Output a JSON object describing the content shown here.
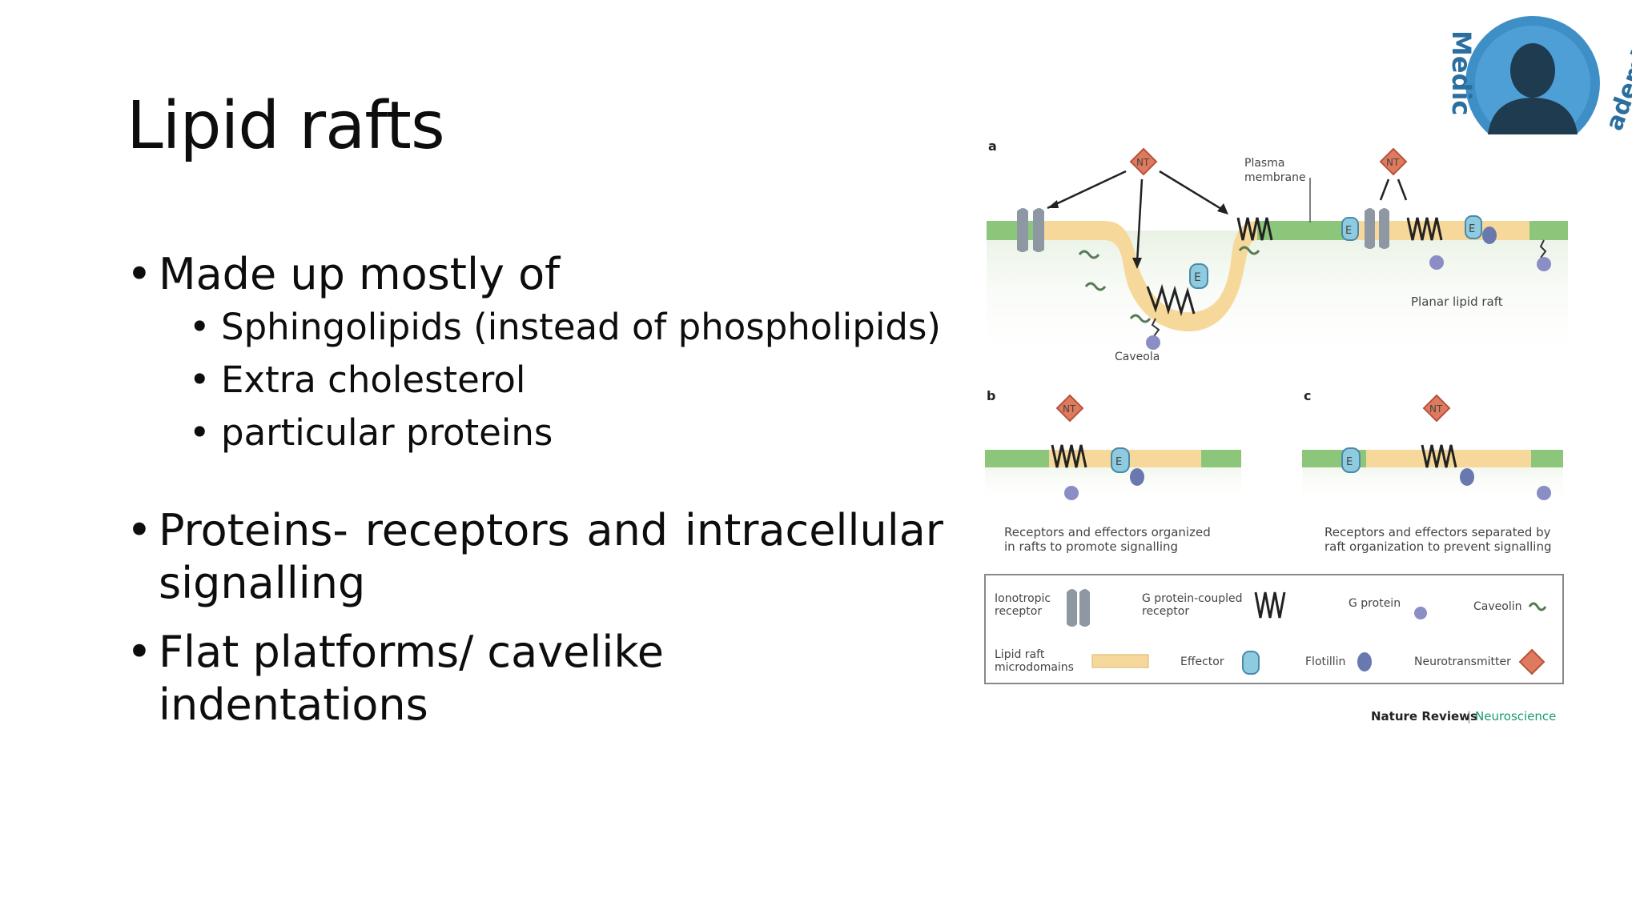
{
  "slide": {
    "title": "Lipid rafts",
    "bullets": {
      "b1": "Made up mostly of",
      "sub": [
        "Sphingolipids (instead of phospholipids)",
        "Extra cholesterol",
        "particular proteins"
      ],
      "b2": "Proteins- receptors and intracellular signalling",
      "b3": "Flat platforms/ cavelike indentations"
    }
  },
  "figure": {
    "panel_labels": {
      "a": "a",
      "b": "b",
      "c": "c"
    },
    "nt": "NT",
    "effector": "E",
    "plasma_membrane": [
      "Plasma",
      "membrane"
    ],
    "caveola": "Caveola",
    "planar_lipid_raft": "Planar lipid raft",
    "caption_b": [
      "Receptors and effectors organized",
      "in rafts to promote signalling"
    ],
    "caption_c": [
      "Receptors and effectors separated by",
      "raft organization to prevent signalling"
    ],
    "legend": {
      "ionotropic": [
        "Ionotropic",
        "receptor"
      ],
      "gpcr": [
        "G protein-coupled",
        "receptor"
      ],
      "gprotein": "G protein",
      "caveolin": "Caveolin",
      "lipid_raft": [
        "Lipid raft",
        "microdomains"
      ],
      "effector": "Effector",
      "flotillin": "Flotillin",
      "neurotransmitter": "Neurotransmitter"
    },
    "source": {
      "journal": "Nature Reviews",
      "separator": "|",
      "section": "Neuroscience"
    }
  },
  "logo": {
    "text_left": "Medic",
    "text_right": "ademics"
  },
  "colors": {
    "membrane_green": "#8cc67a",
    "raft_yellow": "#f6d99a",
    "receptor_grey": "#8e98a3",
    "effector_blue": "#8fcbe0",
    "flotillin_blue": "#6a78b0",
    "nt_red": "#e07a5f",
    "journal_green": "#1a9a6a",
    "logo_blue": "#3f8fc7"
  }
}
